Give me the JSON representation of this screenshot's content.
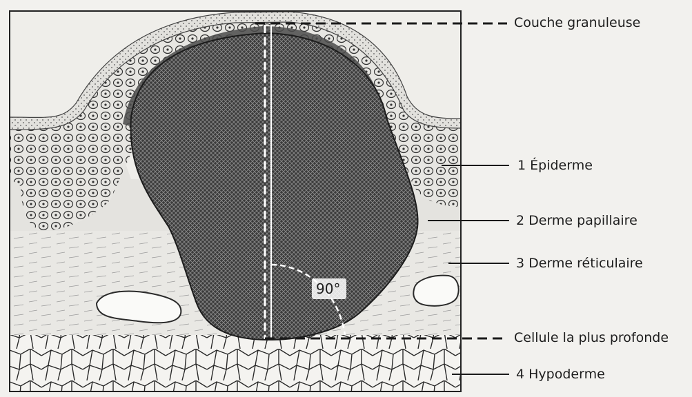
{
  "diagram": {
    "labels": {
      "granular": "Couche granuleuse",
      "epidermis": "1 Épiderme",
      "papillary": "2 Derme papillaire",
      "reticular": "3 Derme réticulaire",
      "deepest": "Cellule la plus profonde",
      "hypodermis": "4 Hypoderme"
    },
    "angle": "90°"
  }
}
